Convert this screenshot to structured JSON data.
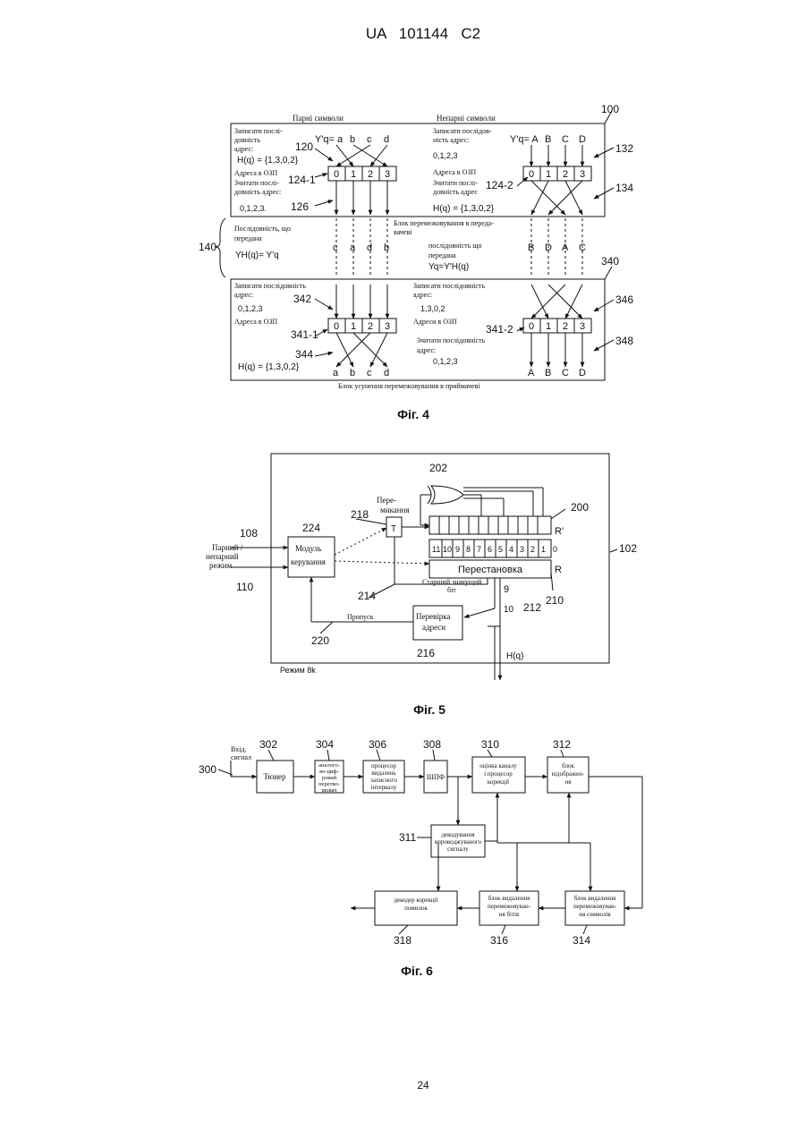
{
  "header": {
    "patent_id": "UA   101144   C2"
  },
  "page_number": "24",
  "fig4": {
    "caption": "Фіг. 4",
    "ref_main": "100",
    "ref_140": "140",
    "ref_340": "340",
    "top": {
      "even_title": "Парні символи",
      "odd_title": "Непарні символи",
      "write_seq_left_1": "Записати послі-",
      "write_seq_left_2": "довність",
      "write_seq_left_3": "адрес:",
      "hq_left": "H(q) = {1,3,0,2}",
      "ram_addr_left": "Адреса в ОЗП",
      "read_seq_left_1": "Зчитати послі-",
      "read_seq_left_2": "довність адрес:",
      "seq_left": "0,1,2,3.",
      "ref_120": "120",
      "ref_124_1": "124-1",
      "ref_126": "126",
      "yq_left": "Y'q= a",
      "in_b": "b",
      "in_c": "c",
      "in_d": "d",
      "write_seq_right_1": "Записати послідов-",
      "write_seq_right_2": "ність адрес:",
      "seq_right_1": "0,1,2,3",
      "ram_addr_right": "Адреса в ОЗП",
      "read_seq_right_1": "Зчитати послі-",
      "read_seq_right_2": "довність адрес",
      "hq_right": "H(q) = {1,3,0,2}",
      "ref_124_2": "124-2",
      "yq_right": "Y'q= A",
      "in_B": "B",
      "in_C": "C",
      "in_D": "D",
      "ref_132": "132",
      "ref_134": "134",
      "cells": [
        "0",
        "1",
        "2",
        "3"
      ]
    },
    "middle": {
      "seq_tx_1": "Послідовність, що",
      "seq_tx_2": "передана",
      "yh_left": "YH(q)= Y'q",
      "block_title_1": "Блок перемежовування в переда-",
      "block_title_2": "вачеві",
      "seq_tx_r1": "послідовність що",
      "seq_tx_r2": "передана",
      "yh_right": "Yq=Y'H(q)",
      "out_left": [
        "c",
        "a",
        "d",
        "b"
      ],
      "out_right": [
        "B",
        "D",
        "A",
        "C"
      ]
    },
    "bottom": {
      "write_seq_1": "Записати послідовність",
      "write_seq_2": "адрес:",
      "seq_1": "0,1,2,3",
      "ram_addr": "Адреса в ОЗП",
      "ref_342": "342",
      "ref_341_1": "341-1",
      "ref_344": "344",
      "hq": "H(q) = {1,3,0,2}",
      "out_left": [
        "a",
        "b",
        "c",
        "d"
      ],
      "write_seq_r1": "Записати послідовність",
      "write_seq_r2": "адрес:",
      "seq_r": "1,3,0,2",
      "ram_addr_r": "Адреси в ОЗП",
      "read_seq_r1": "Зчитати послідовність",
      "read_seq_r2": "адрес:",
      "seq_r2": "0,1,2,3",
      "ref_341_2": "341-2",
      "ref_346": "346",
      "ref_348": "348",
      "out_right": [
        "A",
        "B",
        "C",
        "D"
      ],
      "caption_below": "Блок усунення перемежовування в приймачеві"
    }
  },
  "fig5": {
    "caption": "Фіг. 5",
    "ref_102": "102",
    "ref_108": "108",
    "ref_110": "110",
    "mode_1": "Парний /",
    "mode_2": "непарний",
    "mode_3": "режим",
    "ref_224": "224",
    "control_1": "Модуль",
    "control_2": "керування",
    "ref_218": "218",
    "toggle_1": "Пере-",
    "toggle_2": "микання",
    "t_label": "T",
    "ref_202": "202",
    "ref_200": "200",
    "r_prime": "R'",
    "bits": [
      "11",
      "10",
      "9",
      "8",
      "7",
      "6",
      "5",
      "4",
      "3",
      "2",
      "1",
      "0"
    ],
    "permute": "Перестановка",
    "r_label": "R",
    "msb_1": "Старший значущий",
    "msb_2": "біт",
    "ref_214": "214",
    "ref_9": "9",
    "ref_10": "10",
    "ref_212": "212",
    "ref_210": "210",
    "skip": "Пропуск",
    "ref_220": "220",
    "addr_check_1": "Перевірка",
    "addr_check_2": "адреси",
    "ref_216": "216",
    "hq": "H(q)",
    "mode8k": "Режим 8k"
  },
  "fig6": {
    "caption": "Фіг. 6",
    "ref_300": "300",
    "input_1": "Вхід.",
    "input_2": "сигнал",
    "ref_302": "302",
    "tuner": "Тюнер",
    "ref_304": "304",
    "adc_1": "аналого-",
    "adc_2": "во-циф-",
    "adc_3": "ровий",
    "adc_4": "перетво-",
    "adc_5": "рювач",
    "ref_306": "306",
    "guard_1": "процесор",
    "guard_2": "видалень",
    "guard_3": "захисного",
    "guard_4": "інтервалу",
    "ref_308": "308",
    "fft": "ШПФ",
    "ref_310": "310",
    "chan_1": "оцінка каналу",
    "chan_2": "і процесор",
    "chan_3": "корекції",
    "ref_312": "312",
    "demap_1": "блок",
    "demap_2": "відображен-",
    "demap_3": "ня",
    "ref_311": "311",
    "sig_1": "декодування",
    "sig_2": "впроводжуваного",
    "sig_3": "сигналу",
    "ref_314": "314",
    "symdi_1": "блок видалення",
    "symdi_2": "перемежовуван-",
    "symdi_3": "ня символів",
    "ref_316": "316",
    "bitdi_1": "блок видалення",
    "bitdi_2": "перемежовуван-",
    "bitdi_3": "ня бітів",
    "ref_318": "318",
    "fec_1": "декодер корекції",
    "fec_2": "помилок"
  }
}
